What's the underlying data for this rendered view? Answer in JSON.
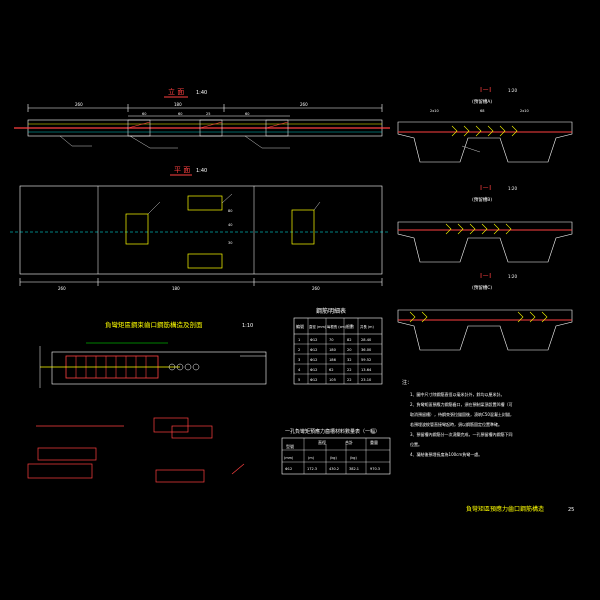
{
  "drawing": {
    "title_elevation": "立 面",
    "scale_elevation": "1:40",
    "title_plan": "平 面",
    "scale_plan": "1:40",
    "title_section_detail": "負彎矩區鋼束齒口鋼筋構造及剖面",
    "scale_section_detail": "1:10",
    "section_labels": [
      {
        "mark": "I－I",
        "scale": "1:20",
        "sub": "(預留槽A)"
      },
      {
        "mark": "I－I",
        "scale": "1:20",
        "sub": "(預留槽B)"
      },
      {
        "mark": "I－I",
        "scale": "1:20",
        "sub": "(預留槽C)"
      }
    ],
    "elevation_dims_top": [
      "260",
      "180",
      "260"
    ],
    "elevation_dims_inner": [
      "60",
      "60",
      "25",
      "60"
    ],
    "plan_dims_bottom": [
      "260",
      "180",
      "260"
    ],
    "plan_side_dims": [
      "80",
      "40",
      "30"
    ],
    "section_dims": [
      "2x10",
      "68",
      "2x10"
    ],
    "footer_title": "負彎矩區預應力齒口鋼筋構造",
    "page_number": "25"
  },
  "rebar_table": {
    "title": "鋼筋明細表",
    "headers": [
      "編號",
      "直徑 (mm)",
      "每根長 (cm)",
      "根數",
      "共長 (m)"
    ],
    "rows": [
      [
        "1",
        "Φ12",
        "70",
        "82",
        "28.40"
      ],
      [
        "2",
        "Φ12",
        "180",
        "20",
        "36.00"
      ],
      [
        "3",
        "Φ12",
        "186",
        "32",
        "59.52"
      ],
      [
        "4",
        "Φ12",
        "62",
        "22",
        "13.64"
      ],
      [
        "5",
        "Φ12",
        "105",
        "22",
        "23.10"
      ]
    ]
  },
  "material_table": {
    "title": "一孔負彎矩預應力齒槽材料數量表（一幅）",
    "headers": [
      "型號",
      "直徑",
      "合計",
      "重量"
    ],
    "units": [
      "(mm)",
      "(m)",
      "(kg)",
      "(kg)"
    ],
    "row": [
      "Φ12",
      "172.3",
      "430.2",
      "382.1",
      "970.3"
    ]
  },
  "notes": {
    "heading": "注：",
    "items": [
      "1、圖中尺寸除鋼筋直徑以毫米計外，餘均以厘米計。",
      "2、負彎矩區預應力鋼筋齒口，須在預制梁頂設置凹槽（可",
      "   取消預留槽），待鋼束張拉錨固後，澆筑C50混凝土封錨，",
      "   若預埋波紋管直接彎起時，須以鋼筋固定位置準確。",
      "3、預留槽內鋼筋分一次澆築完成，一孔預留槽內鋼筋下同",
      "   位置。",
      "4、凝結後預埋長度為100cm負彎一處。"
    ]
  }
}
